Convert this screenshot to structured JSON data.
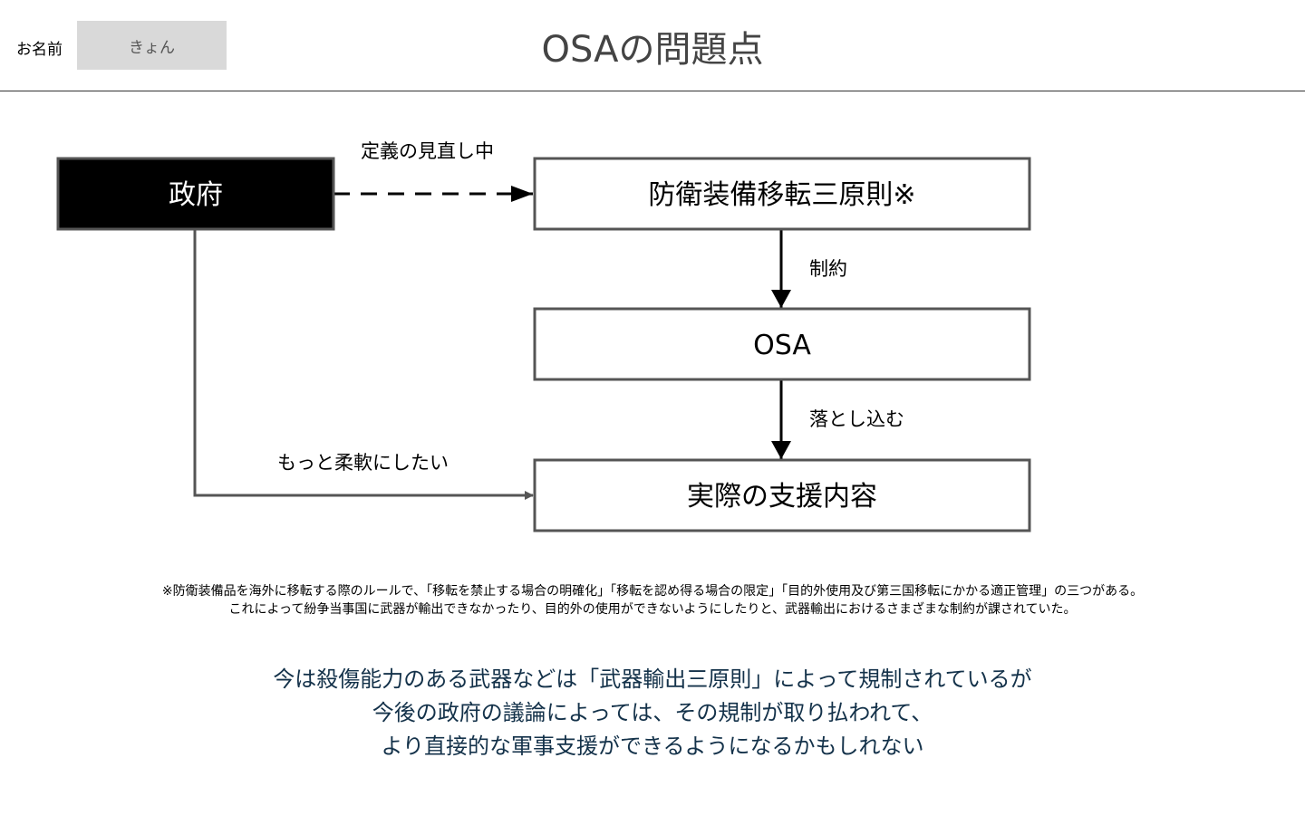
{
  "header": {
    "name_label": "お名前",
    "name_value": "きょん",
    "title": "OSAの問題点"
  },
  "diagram": {
    "nodes": {
      "government": "政府",
      "principles": "防衛装備移転三原則※",
      "osa": "OSA",
      "support": "実際の支援内容"
    },
    "edges": {
      "under_review": "定義の見直し中",
      "constraint": "制約",
      "incorporate": "落とし込む",
      "more_flexible": "もっと柔軟にしたい"
    }
  },
  "footnote": {
    "line1": "※防衛装備品を海外に移転する際のルールで、「移転を禁止する場合の明確化」「移転を認め得る場合の限定」「目的外使用及び第三国移転にかかる適正管理」の三つがある。",
    "line2": "これによって紛争当事国に武器が輸出できなかったり、目的外の使用ができないようにしたりと、武器輸出におけるさまざまな制約が課されていた。"
  },
  "summary": {
    "line1": "今は殺傷能力のある武器などは「武器輸出三原則」によって規制されているが",
    "line2": "今後の政府の議論によっては、その規制が取り払われて、",
    "line3": "より直接的な軍事支援ができるようになるかもしれない"
  },
  "colors": {
    "summary_text": "#14324a",
    "box_border": "#555555",
    "government_fill": "#000000",
    "name_field_bg": "#d9d9d9"
  }
}
